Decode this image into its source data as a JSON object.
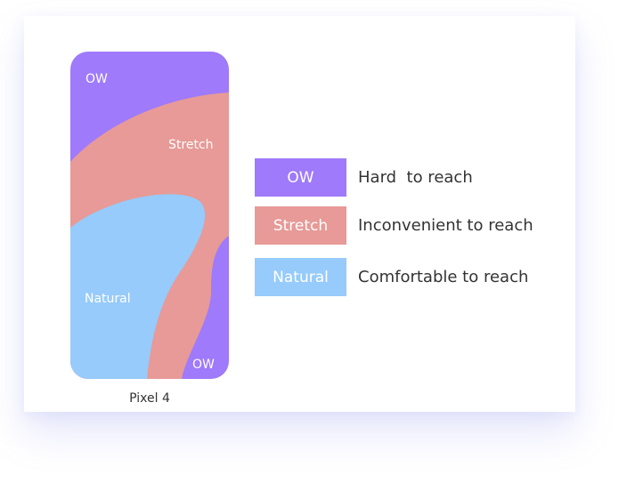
{
  "zones": {
    "ow_color": "#9F7AFA",
    "stretch_color": "#E79A97",
    "natural_color": "#96CBFB",
    "labels": {
      "ow_top": "OW",
      "stretch": "Stretch",
      "natural": "Natural",
      "ow_bottom": "OW"
    }
  },
  "device": {
    "caption": "Pixel 4"
  },
  "legend": [
    {
      "key": "ow",
      "label": "OW",
      "description": "Hard  to reach",
      "color": "#9F7AFA"
    },
    {
      "key": "stretch",
      "label": "Stretch",
      "description": "Inconvenient to reach",
      "color": "#E79A97"
    },
    {
      "key": "natural",
      "label": "Natural",
      "description": "Comfortable to reach",
      "color": "#96CBFB"
    }
  ]
}
